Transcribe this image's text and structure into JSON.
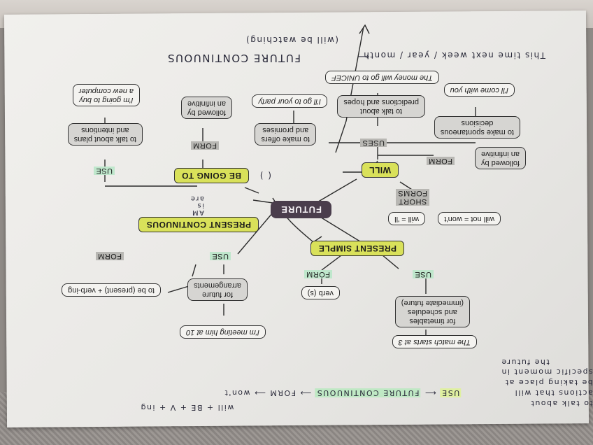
{
  "map": {
    "center": "FUTURE",
    "present_simple": {
      "title": "PRESENT SIMPLE",
      "form_label": "FORM",
      "use_label": "USE",
      "form_box": "verb (s)",
      "use_box": [
        "for timetables",
        "and schedules",
        "(immediate future)"
      ],
      "example": "The match starts at 3"
    },
    "present_continuous": {
      "title": "PRESENT CONTINUOUS",
      "form_label": "FORM",
      "use_label": "USE",
      "form_box": "to be (present) + verb-ing",
      "use_box": [
        "for future",
        "arrangements"
      ],
      "example": "I'm meeting him at 10"
    },
    "going_to": {
      "title": "BE GOING TO",
      "form_label": "FORM",
      "use_label": "USE",
      "form_box": [
        "followed by",
        "an infinitive"
      ],
      "use_box": [
        "to talk about plans",
        "and intentions"
      ],
      "example": [
        "I'm going to buy",
        "a new computer"
      ],
      "annotation": [
        "AM",
        "is",
        "are"
      ],
      "paren": "(  )"
    },
    "will": {
      "title": "WILL",
      "form_label": "FORM",
      "uses_label": "USES",
      "form_box": [
        "followed by",
        "an infinitive"
      ],
      "short_forms_label": [
        "SHORT",
        "FORMS"
      ],
      "short_1": "will = 'll",
      "short_2": "will not = won't",
      "uses": [
        [
          "to make spontaneous",
          "decisions"
        ],
        [
          "to talk about",
          "predictions and hopes"
        ],
        [
          "to make offers",
          "and promises"
        ]
      ],
      "examples": [
        "I'll come with you",
        "I'll go to your party",
        "The money will go to UNICEF"
      ]
    }
  },
  "handwriting": {
    "future_continuous_title": "FUTURE CONTINUOUS",
    "arrow_note": "This time next week / year / month",
    "example": "(will be watching)",
    "left_lines": [
      "to talk about",
      "actions that will",
      "be taking place at",
      "specific moment in",
      "the future"
    ],
    "use_tag": "USE",
    "fc_label": "FUTURE CONTINUOUS",
    "form_tag": "FORM",
    "form_formula": "will + BE + V + ing",
    "neg": "won't"
  },
  "colors": {
    "yellow": "#d9e15a",
    "center": "#4a3d4c",
    "green_highlight": "#bfe7cc",
    "grey_box": "#d6d5d2"
  }
}
